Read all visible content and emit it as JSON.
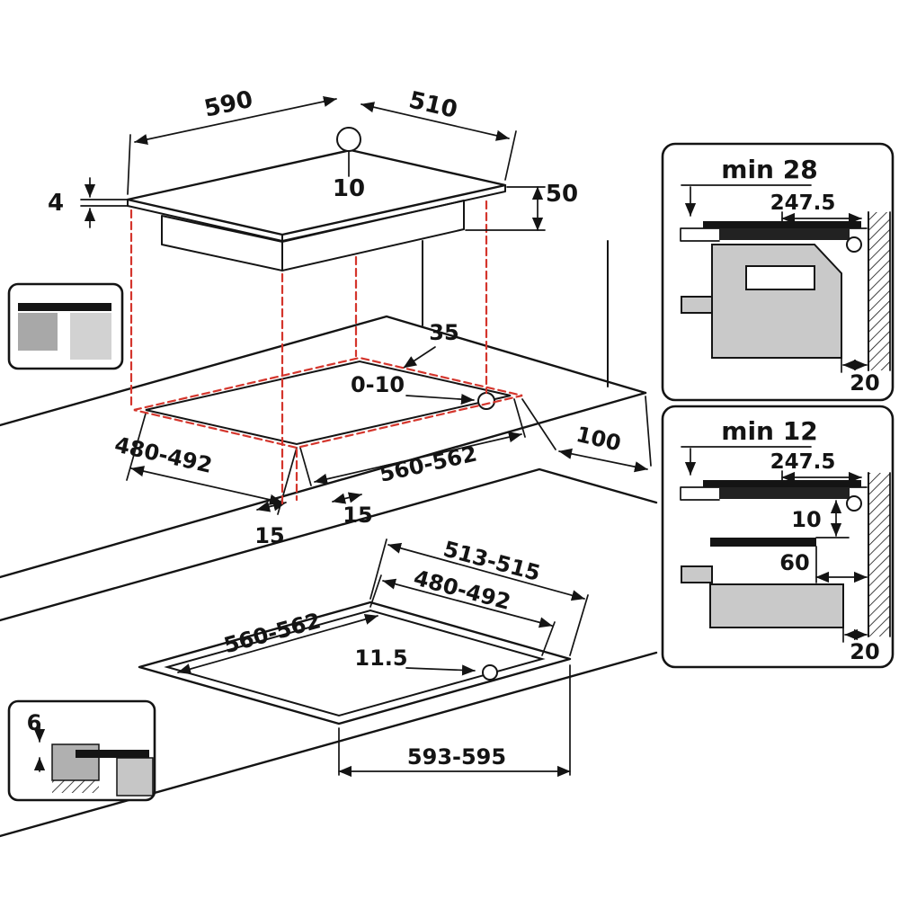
{
  "diagram": {
    "hob": {
      "width": "590",
      "depth": "510",
      "corner_radius": "10",
      "glass_thickness": "4",
      "height": "50"
    },
    "cutout": {
      "rear_offset": "35",
      "gap": "0-10",
      "depth": "480-492",
      "width": "560-562",
      "margin_left": "15",
      "margin_right": "15",
      "rear_clearance": "100"
    },
    "flush": {
      "outer_depth": "513-515",
      "inner_depth": "480-492",
      "inner_width": "560-562",
      "corner_radius": "11.5",
      "outer_width": "593-595"
    },
    "inset_step": {
      "depth": "6"
    },
    "section_a": {
      "clearance": "min 28",
      "center_to_wall": "247.5",
      "wall_gap": "20"
    },
    "section_b": {
      "clearance": "min 12",
      "center_to_wall": "247.5",
      "shelf_gap": "10",
      "shelf_setback": "60",
      "wall_gap": "20"
    }
  },
  "colors": {
    "line": "#141414",
    "projection_red": "#d4352c",
    "cabinet_gray": "#c9c9c9"
  }
}
